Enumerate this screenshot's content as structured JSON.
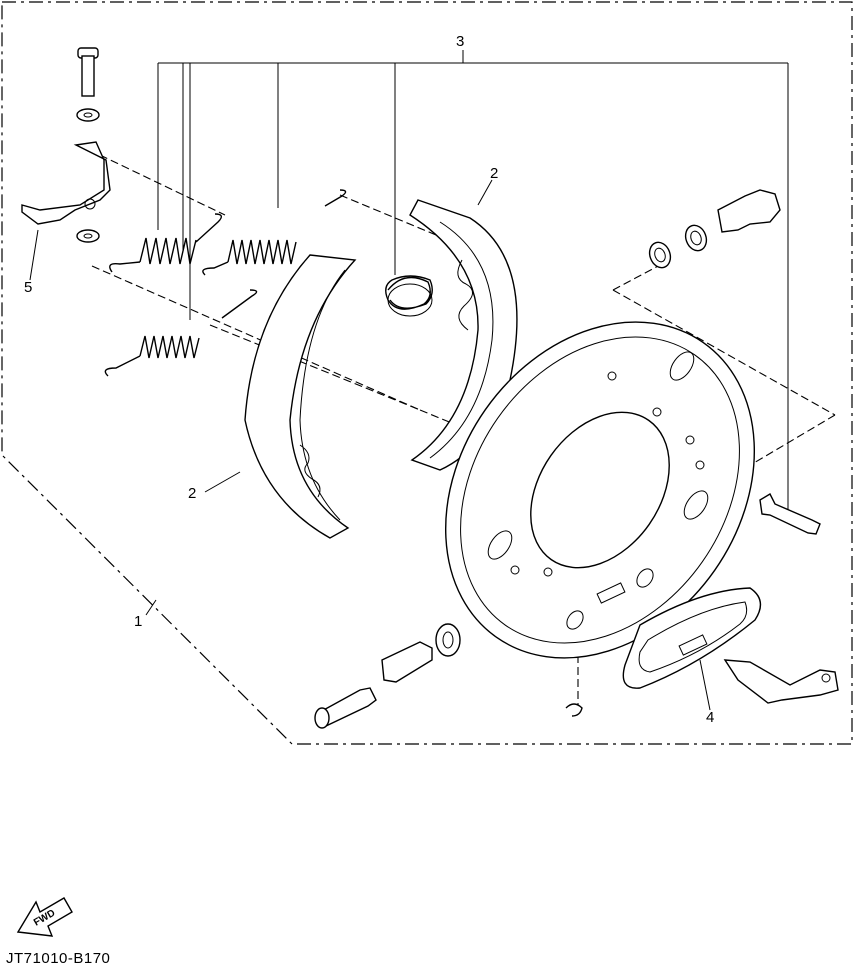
{
  "callouts": {
    "c1": "1",
    "c2a": "2",
    "c2b": "2",
    "c3": "3",
    "c4": "4",
    "c5": "5"
  },
  "fwd_label": "FWD",
  "diagram_code": "JT71010-B170"
}
